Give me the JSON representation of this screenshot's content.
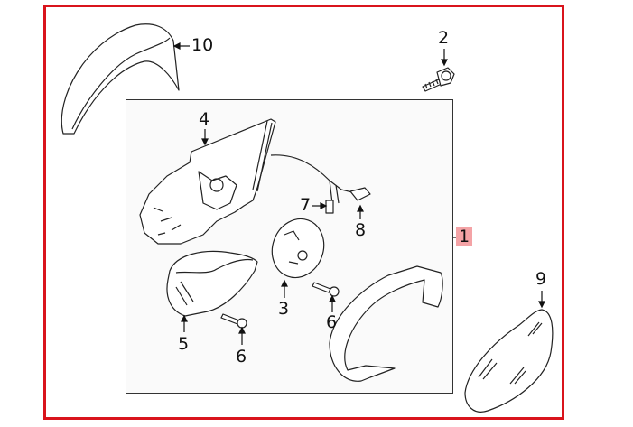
{
  "diagram": {
    "type": "exploded-parts-diagram",
    "subject": "side mirror assembly",
    "frame_color": "#d9141c",
    "highlight_color": "#f4a3a6",
    "callouts": [
      {
        "id": "1",
        "label": "1",
        "highlighted": true
      },
      {
        "id": "2",
        "label": "2"
      },
      {
        "id": "3",
        "label": "3"
      },
      {
        "id": "4",
        "label": "4"
      },
      {
        "id": "5",
        "label": "5"
      },
      {
        "id": "6a",
        "label": "6"
      },
      {
        "id": "6b",
        "label": "6"
      },
      {
        "id": "7",
        "label": "7"
      },
      {
        "id": "8",
        "label": "8"
      },
      {
        "id": "9",
        "label": "9"
      },
      {
        "id": "10",
        "label": "10"
      }
    ]
  }
}
